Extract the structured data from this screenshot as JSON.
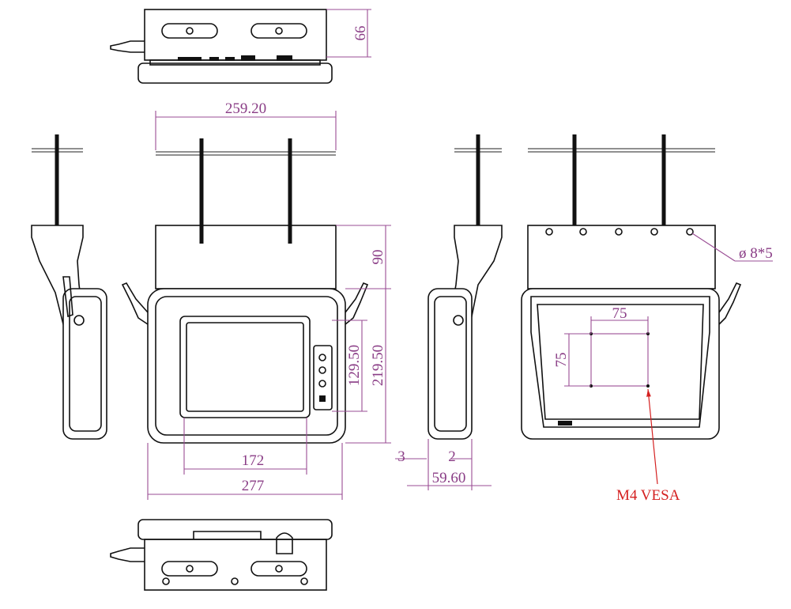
{
  "dimensions": {
    "top_depth": "66",
    "bracket_width": "259.20",
    "bracket_height": "90",
    "total_height": "219.50",
    "screen_height": "129.50",
    "screen_width": "172",
    "total_width": "277",
    "side_offset_left": "3",
    "side_offset_right": "2",
    "side_depth": "59.60",
    "vesa_horizontal": "75",
    "vesa_vertical": "75",
    "hole_spec": "ø 8*5"
  },
  "annotations": {
    "vesa_callout": "M4 VESA"
  },
  "colors": {
    "dimension": "#9a4d94",
    "callout": "#d42020"
  }
}
